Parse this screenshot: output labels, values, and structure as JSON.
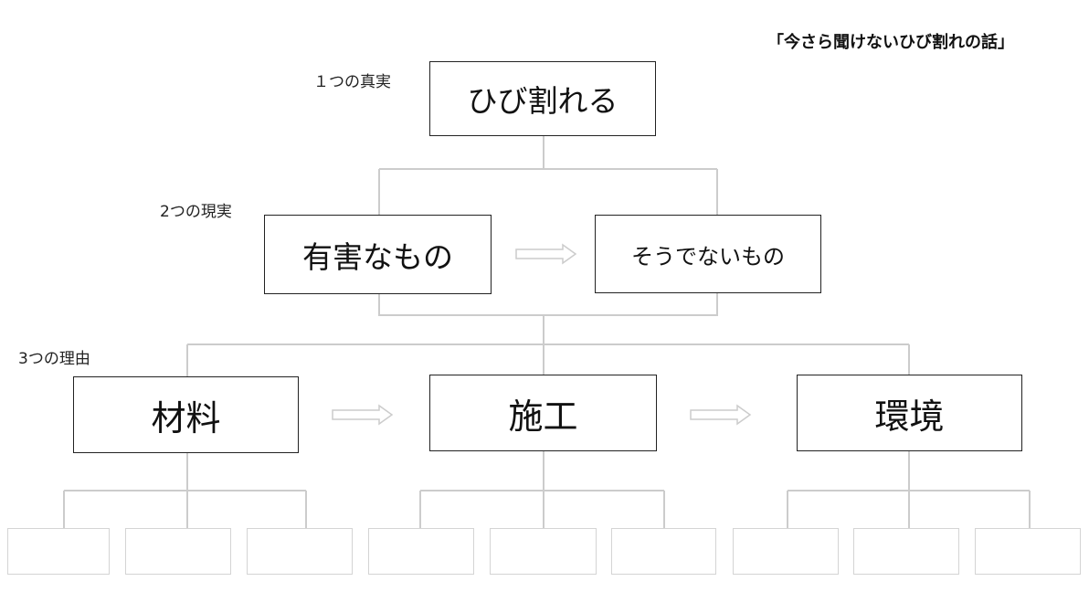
{
  "title": "「今さら聞けないひび割れの話」",
  "levels": [
    {
      "label": "１つの真実"
    },
    {
      "label": "2つの現実"
    },
    {
      "label": "3つの理由"
    }
  ],
  "root": {
    "label": "ひび割れる"
  },
  "realities": [
    {
      "label": "有害なもの"
    },
    {
      "label": "そうでないもの"
    }
  ],
  "reasons": [
    {
      "label": "材料"
    },
    {
      "label": "施工"
    },
    {
      "label": "環境"
    }
  ],
  "colors": {
    "box_border": "#222222",
    "connector": "#cccccc",
    "arrow": "#cccccc",
    "leaf_border": "#d4d4d4"
  }
}
